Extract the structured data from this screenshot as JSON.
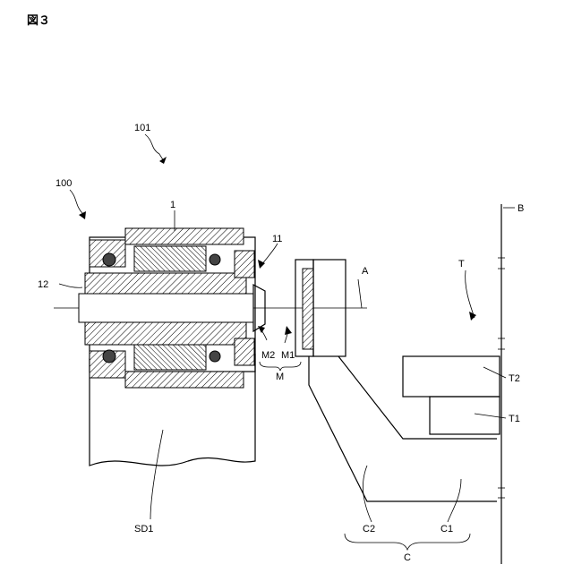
{
  "figure": {
    "title": "図３"
  },
  "labels": {
    "l101": "101",
    "l100": "100",
    "l1": "1",
    "l11": "11",
    "l12": "12",
    "lA": "A",
    "lB": "B",
    "lT": "T",
    "lT1": "T1",
    "lT2": "T2",
    "lM": "M",
    "lM1": "M1",
    "lM2": "M2",
    "lSD1": "SD1",
    "lC": "C",
    "lC1": "C1",
    "lC2": "C2"
  }
}
